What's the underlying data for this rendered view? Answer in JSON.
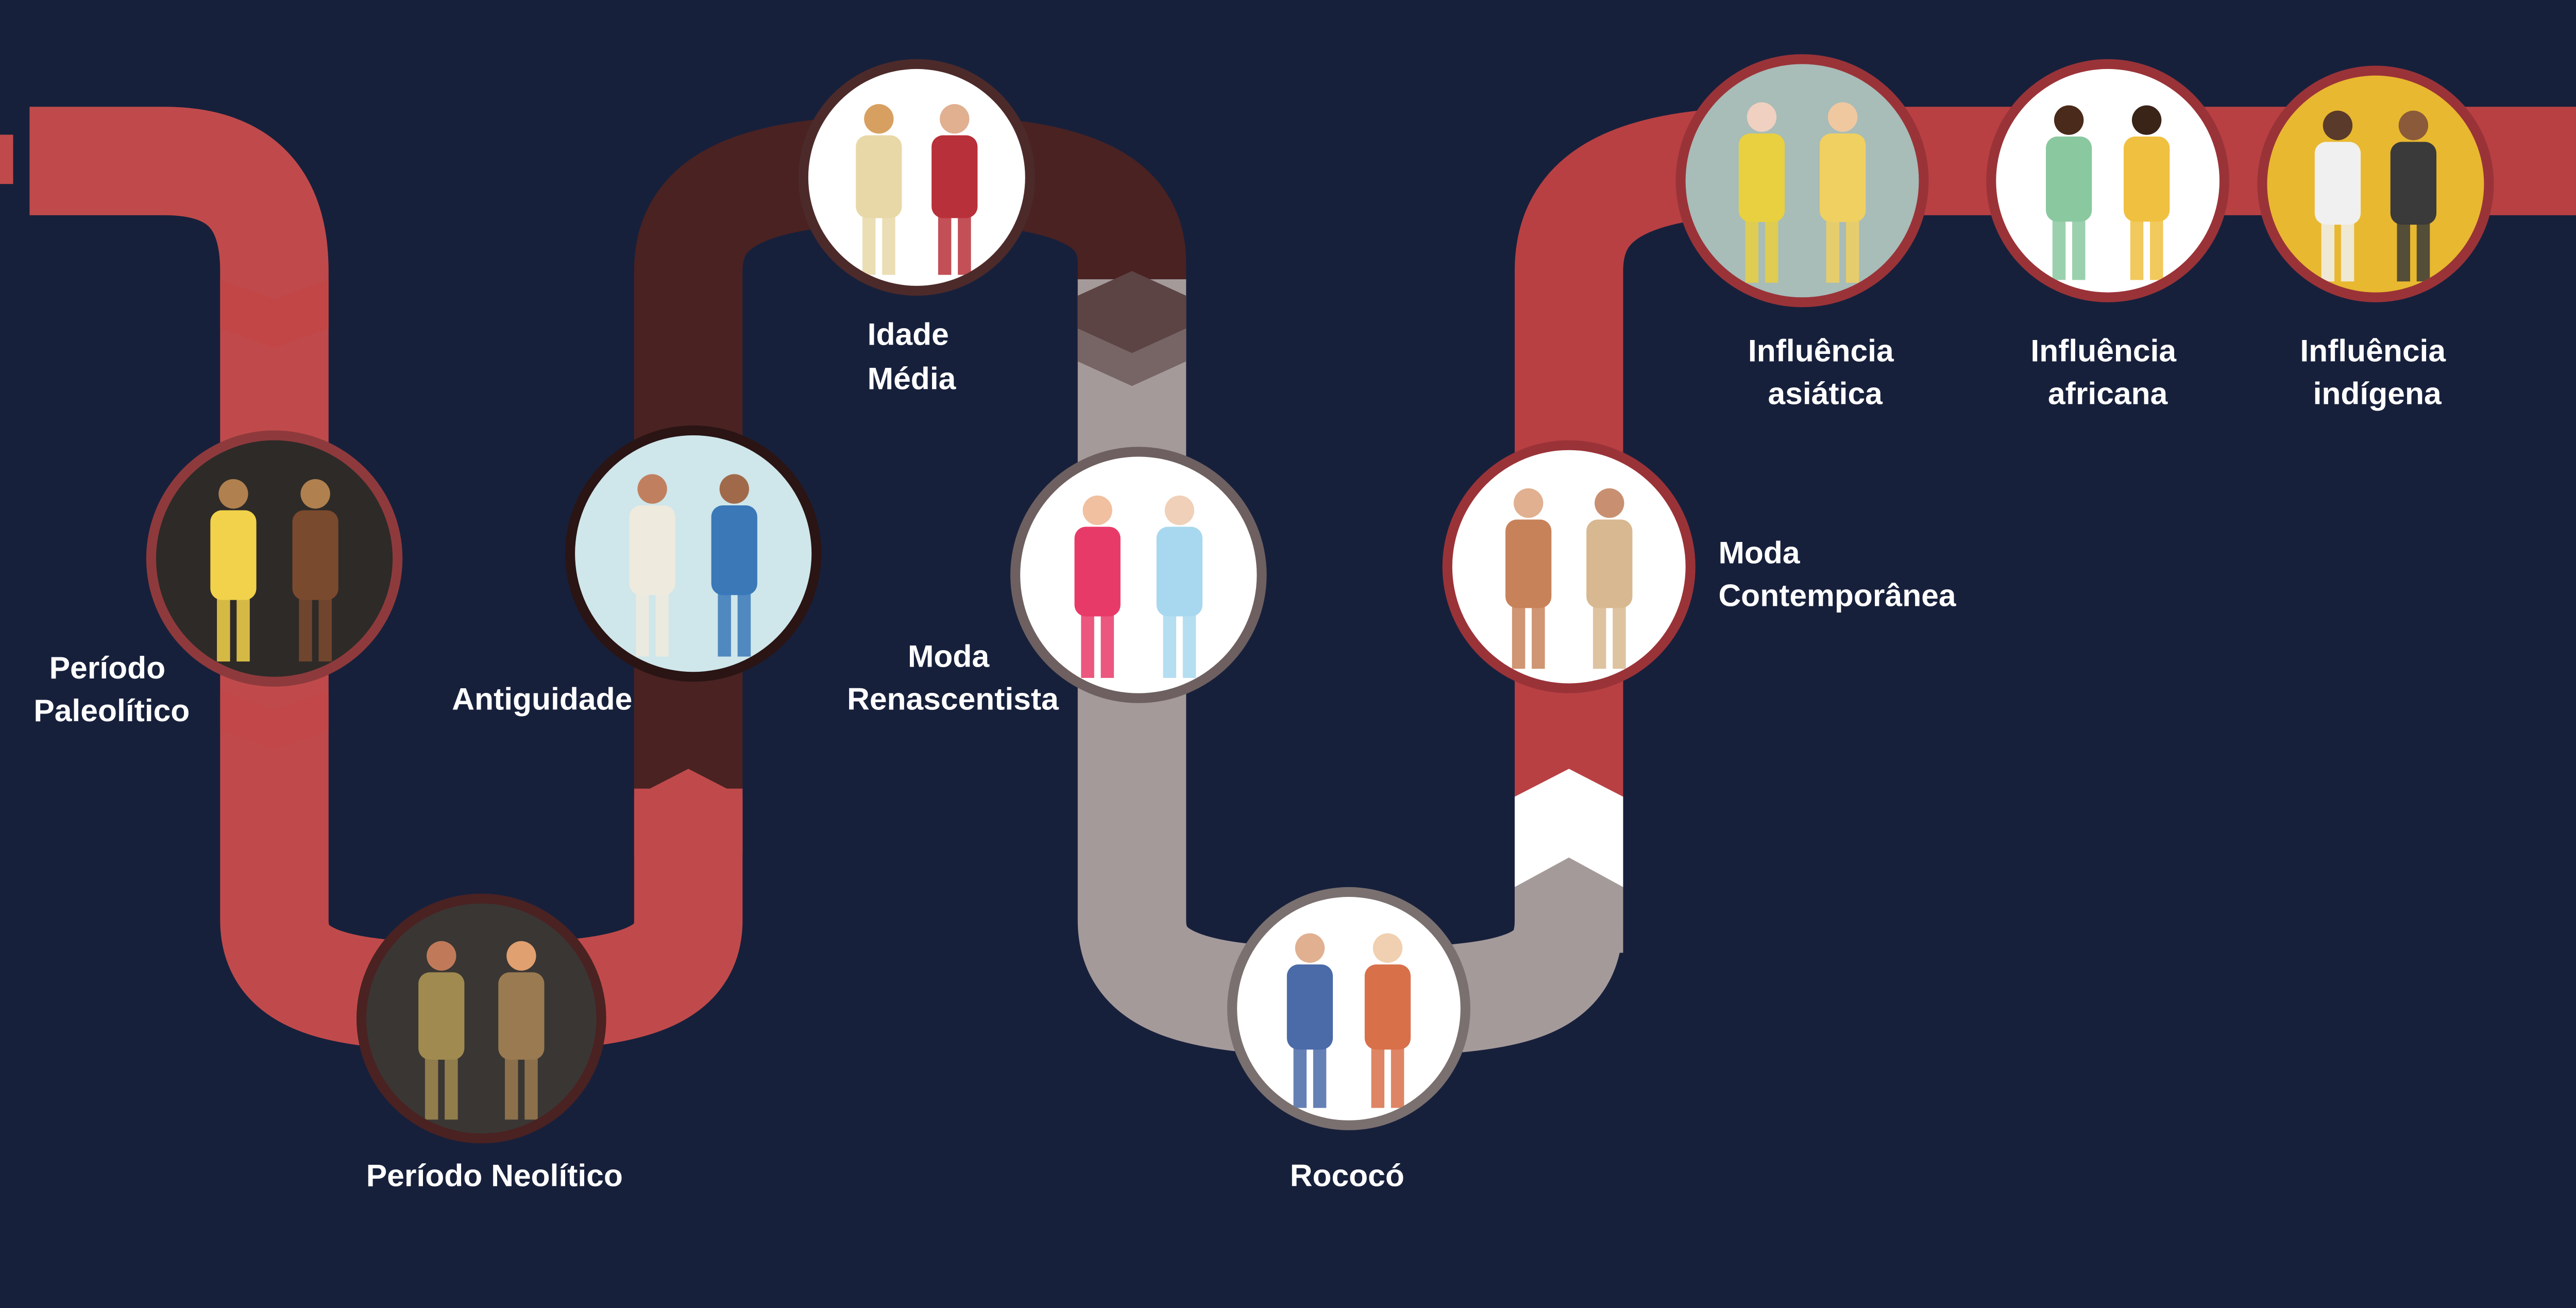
{
  "title": "Linha do tempo da moda",
  "colors": {
    "background": "#17203b",
    "red": "#c04a4b",
    "dark": "#4a2222",
    "gray": "#a59a9a",
    "white": "#ffffff"
  },
  "events": [
    {
      "id": "paleolitico",
      "lines": [
        "Período",
        "Paleolítico"
      ]
    },
    {
      "id": "neolitico",
      "lines": [
        "Período Neolítico"
      ]
    },
    {
      "id": "antiguidade",
      "lines": [
        "Antiguidade"
      ]
    },
    {
      "id": "idade-media",
      "lines": [
        "Idade",
        "Média"
      ]
    },
    {
      "id": "renascentista",
      "lines": [
        "Moda",
        "Renascentista"
      ]
    },
    {
      "id": "rococo",
      "lines": [
        "Rococó"
      ]
    },
    {
      "id": "contemporanea",
      "lines": [
        "Moda",
        "Contemporânea"
      ]
    },
    {
      "id": "asiatica",
      "lines": [
        "Influência",
        "asiática"
      ]
    },
    {
      "id": "africana",
      "lines": [
        "Influência",
        "africana"
      ]
    },
    {
      "id": "indigena",
      "lines": [
        "Influência",
        "indígena"
      ]
    }
  ]
}
